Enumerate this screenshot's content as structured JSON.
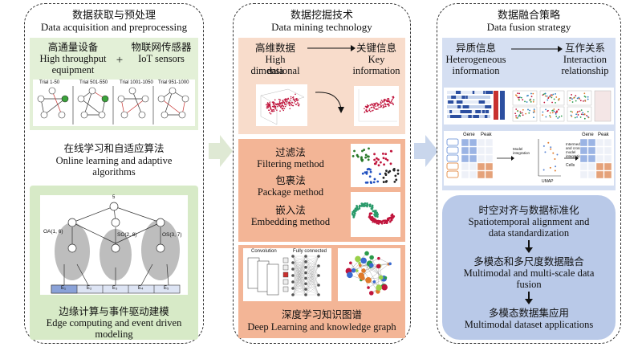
{
  "left_panel": {
    "title_cn": "数据获取与预处理",
    "title_en": "Data acquisition and preprocessing",
    "device_cn": "高通量设备",
    "device_en1": "High throughput",
    "device_en2": "equipment",
    "plus": "+",
    "iot_cn": "物联网传感器",
    "iot_en": "IoT sensors",
    "trials": [
      "Trial 1-50",
      "Trial 501-550",
      "Trial 1001-1050",
      "Trial 951-1000"
    ],
    "online_cn": "在线学习和自适应算法",
    "online_en1": "Online learning and adaptive",
    "online_en2": "algorithms",
    "graph_labels": {
      "top": "5",
      "oa": "OA(1, 6)",
      "sox": "SO(2, 8)",
      "os": "OS(3, 7)",
      "events": [
        "E₁",
        "E₂",
        "E₃",
        "E₄",
        "E₅"
      ]
    },
    "edge_cn": "边缘计算与事件驱动建模",
    "edge_en1": "Edge computing and event driven",
    "edge_en2": "modeling"
  },
  "middle_panel": {
    "title_cn": "数据挖掘技术",
    "title_en": "Data mining technology",
    "high_cn": "高维数据",
    "high_en1": "High dimensional",
    "high_en2": "data",
    "key_cn": "关键信息",
    "key_en1": "Key",
    "key_en2": "information",
    "filter_cn": "过滤法",
    "filter_en": "Filtering method",
    "package_cn": "包裹法",
    "package_en": "Package method",
    "embed_cn": "嵌入法",
    "embed_en": "Embedding method",
    "nn_labels": [
      "Convolution",
      "Fully connected"
    ],
    "deep_cn": "深度学习知识图谱",
    "deep_en": "Deep Learning and knowledge graph"
  },
  "right_panel": {
    "title_cn": "数据融合策略",
    "title_en": "Data fusion strategy",
    "hetero_cn": "异质信息",
    "hetero_en1": "Heterogeneous",
    "hetero_en2": "information",
    "inter_cn": "互作关系",
    "inter_en1": "Interaction",
    "inter_en2": "relationship",
    "fig_labels": {
      "gene": "Gene",
      "peak": "Peak",
      "model": "Model integration",
      "mid": "Intermediate and cross-model integration",
      "umap": "UMAP",
      "cells": "Cells"
    },
    "spatio_cn": "时空对齐与数据标准化",
    "spatio_en1": "Spatiotemporal alignment and",
    "spatio_en2": "data standardization",
    "multi_cn": "多模态和多尺度数据融合",
    "multi_en1": "Multimodal and multi-scale data",
    "multi_en2": "fusion",
    "app_cn": "多模态数据集应用",
    "app_en": "Multimodal dataset applications"
  },
  "colors": {
    "green": "#e3f0d7",
    "green_dark": "#cfe6bd",
    "salmon": "#f8d7c6",
    "salmon_dark": "#f3b596",
    "blue": "#d5dff2",
    "blue_dark": "#b9c9e8",
    "arrow": "#dfe9d4",
    "arrow_blue": "#c9d6ec"
  }
}
